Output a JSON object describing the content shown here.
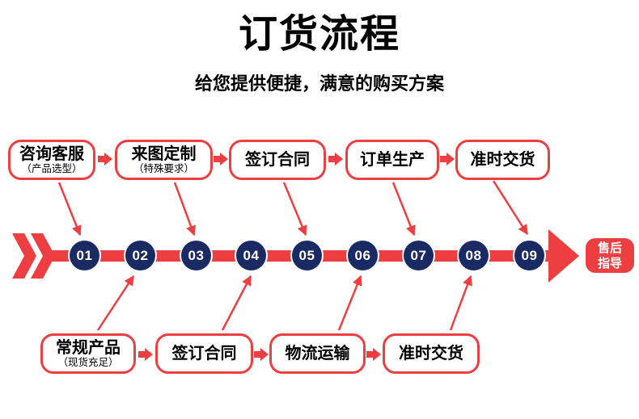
{
  "header": {
    "title": "订货流程",
    "subtitle": "给您提供便捷，满意的购买方案"
  },
  "top_steps": [
    {
      "label": "咨询客服",
      "sublabel": "（产品选型）"
    },
    {
      "label": "来图定制",
      "sublabel": "（特殊要求）"
    },
    {
      "label": "签订合同"
    },
    {
      "label": "订单生产"
    },
    {
      "label": "准时交货"
    }
  ],
  "bottom_steps": [
    {
      "label": "常规产品",
      "sublabel": "（现货充足）"
    },
    {
      "label": "签订合同"
    },
    {
      "label": "物流运输"
    },
    {
      "label": "准时交货"
    }
  ],
  "timeline": {
    "numbers": [
      "01",
      "02",
      "03",
      "04",
      "05",
      "06",
      "07",
      "08",
      "09"
    ]
  },
  "end_label": {
    "line1": "售后",
    "line2": "指导"
  },
  "colors": {
    "red": "#ed3e42",
    "navy": "#1a2a63",
    "text": "#000000",
    "node_text": "#ffffff"
  }
}
